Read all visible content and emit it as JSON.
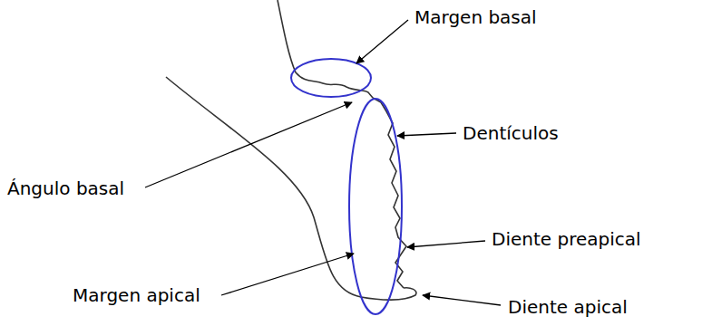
{
  "diagram": {
    "labels": [
      "Margen basal",
      "Dentículos",
      "Ángulo basal",
      "Diente preapical",
      "Margen apical",
      "Diente apical"
    ]
  }
}
